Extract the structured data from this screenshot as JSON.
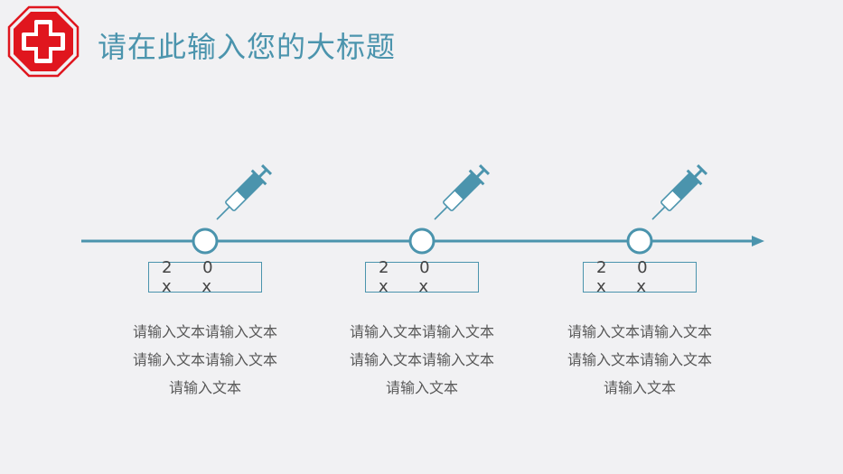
{
  "title": "请在此输入您的大标题",
  "colors": {
    "accent": "#4b94ad",
    "logo_red": "#e0161e",
    "text": "#595959",
    "background": "#f1f1f3"
  },
  "milestones": [
    {
      "year": "2 0 x x",
      "desc": "请输入文本请输入文本请输入文本请输入文本请输入文本"
    },
    {
      "year": "2 0 x x",
      "desc": "请输入文本请输入文本请输入文本请输入文本请输入文本"
    },
    {
      "year": "2 0 x x",
      "desc": "请输入文本请输入文本请输入文本请输入文本请输入文本"
    }
  ],
  "icons": [
    "medical-cross-logo-icon",
    "syringe-icon"
  ]
}
